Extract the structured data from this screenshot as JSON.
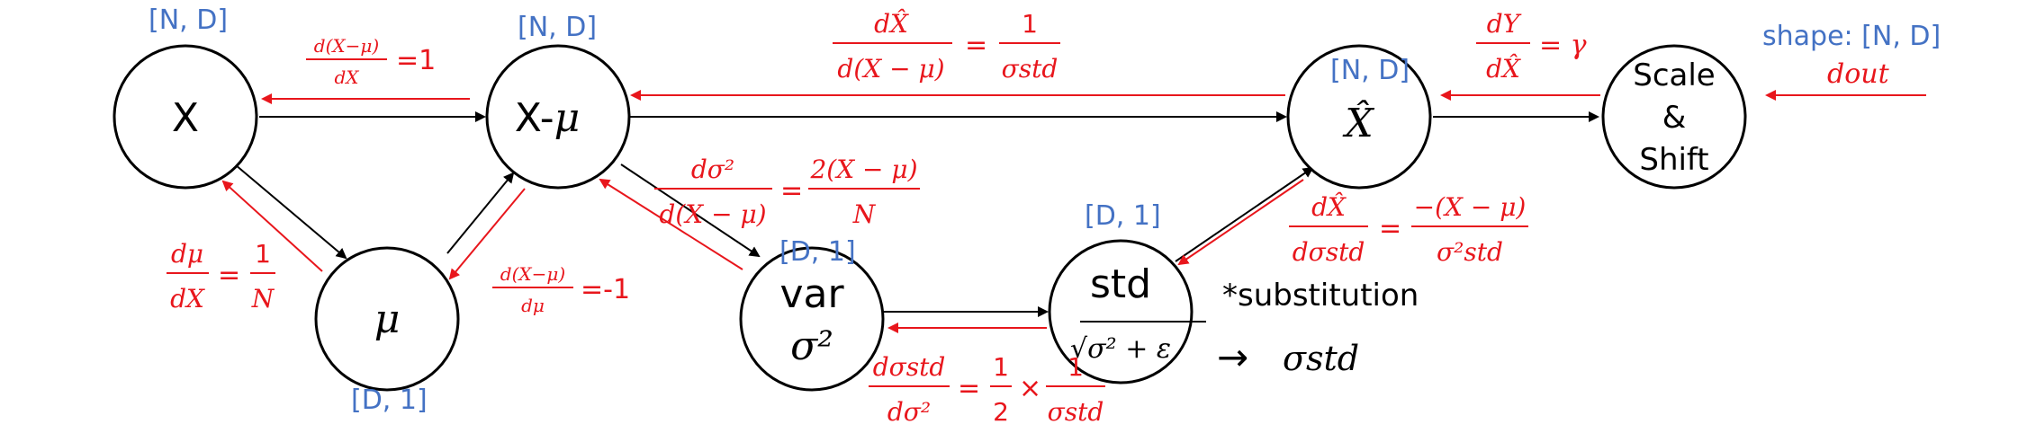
{
  "diagram": {
    "nodes": {
      "x": "X",
      "x_minus_mu_prefix": "X-",
      "x_minus_mu_sym": "μ",
      "mu": "μ",
      "var_word": "var",
      "var_sym": "σ²",
      "std": "std",
      "std_formula": "√σ² + ε",
      "xhat": "X̂",
      "scale_line1": "Scale",
      "scale_line2": "&",
      "scale_line3": "Shift"
    },
    "shape_labels": {
      "x": "[N, D]",
      "x_minus_mu": "[N, D]",
      "xhat": "[N, D]",
      "mu": "[D, 1]",
      "var": "[D, 1]",
      "std": "[D, 1]",
      "input": "shape: [N, D]"
    },
    "gradients": {
      "dout": "dout",
      "dy_num": "dY",
      "dy_den": "dX̂",
      "dy_rhs": "= γ",
      "dxhat_xmu_num": "dX̂",
      "dxhat_xmu_den": "d(X − μ)",
      "dxhat_xmu_eq": "=",
      "dxhat_xmu_rnum": "1",
      "dxhat_xmu_rden": "σstd",
      "dxmu_x_num": "d(X−μ)",
      "dxmu_x_den": "dX",
      "dxmu_x_val": "=1",
      "dmu_dx_num": "dμ",
      "dmu_dx_den": "dX",
      "dmu_dx_eq": "=",
      "dmu_dx_rnum": "1",
      "dmu_dx_rden": "N",
      "dxmu_mu_num": "d(X−μ)",
      "dxmu_mu_den": "dμ",
      "dxmu_mu_val": "=-1",
      "dvar_num": "dσ²",
      "dvar_den": "d(X − μ)",
      "dvar_eq": "=",
      "dvar_rnum": "2(X − μ)",
      "dvar_rden": "N",
      "dstd_num": "dσstd",
      "dstd_den": "dσ²",
      "dstd_eq": "=",
      "dstd_half_num": "1",
      "dstd_half_den": "2",
      "dstd_times": "×",
      "dstd_rnum": "1",
      "dstd_rden": "σstd",
      "dxhat_std_num": "dX̂",
      "dxhat_std_den": "dσstd",
      "dxhat_std_eq": "=",
      "dxhat_std_rnum": "−(X − μ)",
      "dxhat_std_rden": "σ²std"
    },
    "substitution": {
      "label": "*substitution",
      "arrow": "→",
      "result": "σstd"
    },
    "colors": {
      "forward": "#000000",
      "backward": "#e8161c",
      "shape_label": "#4472c4"
    }
  }
}
